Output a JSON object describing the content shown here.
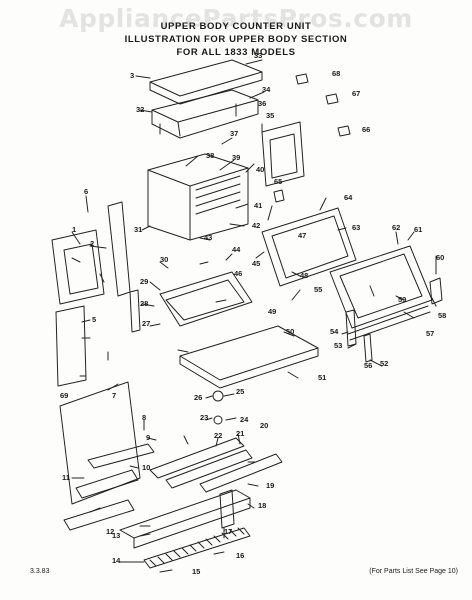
{
  "watermark": "AppliancePartsPros.com",
  "title": {
    "line1": "UPPER BODY COUNTER UNIT",
    "line2": "ILLUSTRATION FOR UPPER BODY SECTION",
    "line3": "FOR ALL 1833 MODELS"
  },
  "callouts": [
    "1",
    "2",
    "3",
    "5",
    "6",
    "7",
    "8",
    "9",
    "10",
    "11",
    "12",
    "13",
    "14",
    "15",
    "16",
    "17",
    "18",
    "19",
    "20",
    "21",
    "22",
    "23",
    "24",
    "25",
    "26",
    "27",
    "28",
    "29",
    "30",
    "31",
    "32",
    "33",
    "34",
    "35",
    "36",
    "37",
    "38",
    "39",
    "40",
    "41",
    "42",
    "43",
    "44",
    "45",
    "46",
    "47",
    "48",
    "49",
    "50",
    "51",
    "52",
    "53",
    "54",
    "55",
    "56",
    "57",
    "58",
    "59",
    "60",
    "61",
    "62",
    "63",
    "64",
    "65",
    "66",
    "67",
    "68",
    "69"
  ],
  "footer": {
    "left": "3.3.83",
    "right": "(For Parts List See Page 10)"
  }
}
